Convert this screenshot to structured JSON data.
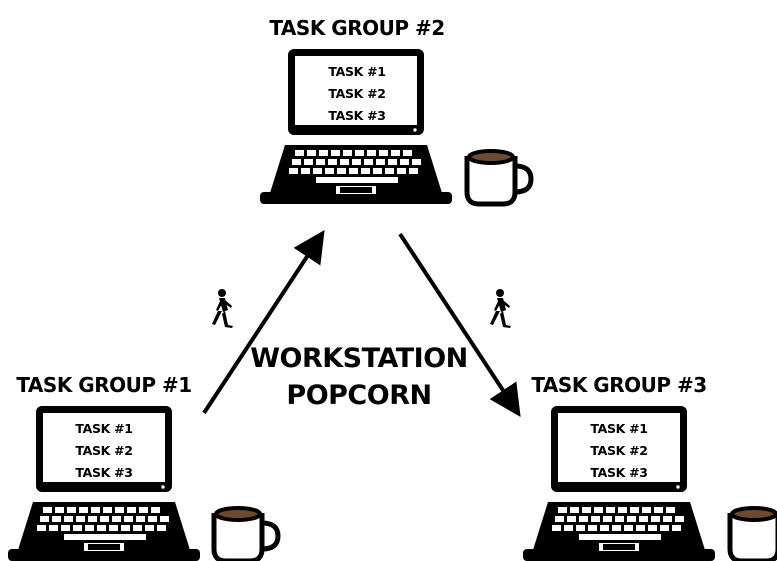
{
  "diagram": {
    "center_label": [
      "WORKSTATION",
      "POPCORN"
    ],
    "groups": [
      {
        "title": "TASK GROUP #2",
        "tasks": [
          "TASK #1",
          "TASK #2",
          "TASK #3"
        ]
      },
      {
        "title": "TASK GROUP #1",
        "tasks": [
          "TASK #1",
          "TASK #2",
          "TASK #3"
        ]
      },
      {
        "title": "TASK GROUP #3",
        "tasks": [
          "TASK #1",
          "TASK #2",
          "TASK #3"
        ]
      }
    ],
    "icons": [
      "laptop-icon",
      "coffee-mug-icon",
      "walking-person-icon",
      "arrow-icon"
    ]
  }
}
